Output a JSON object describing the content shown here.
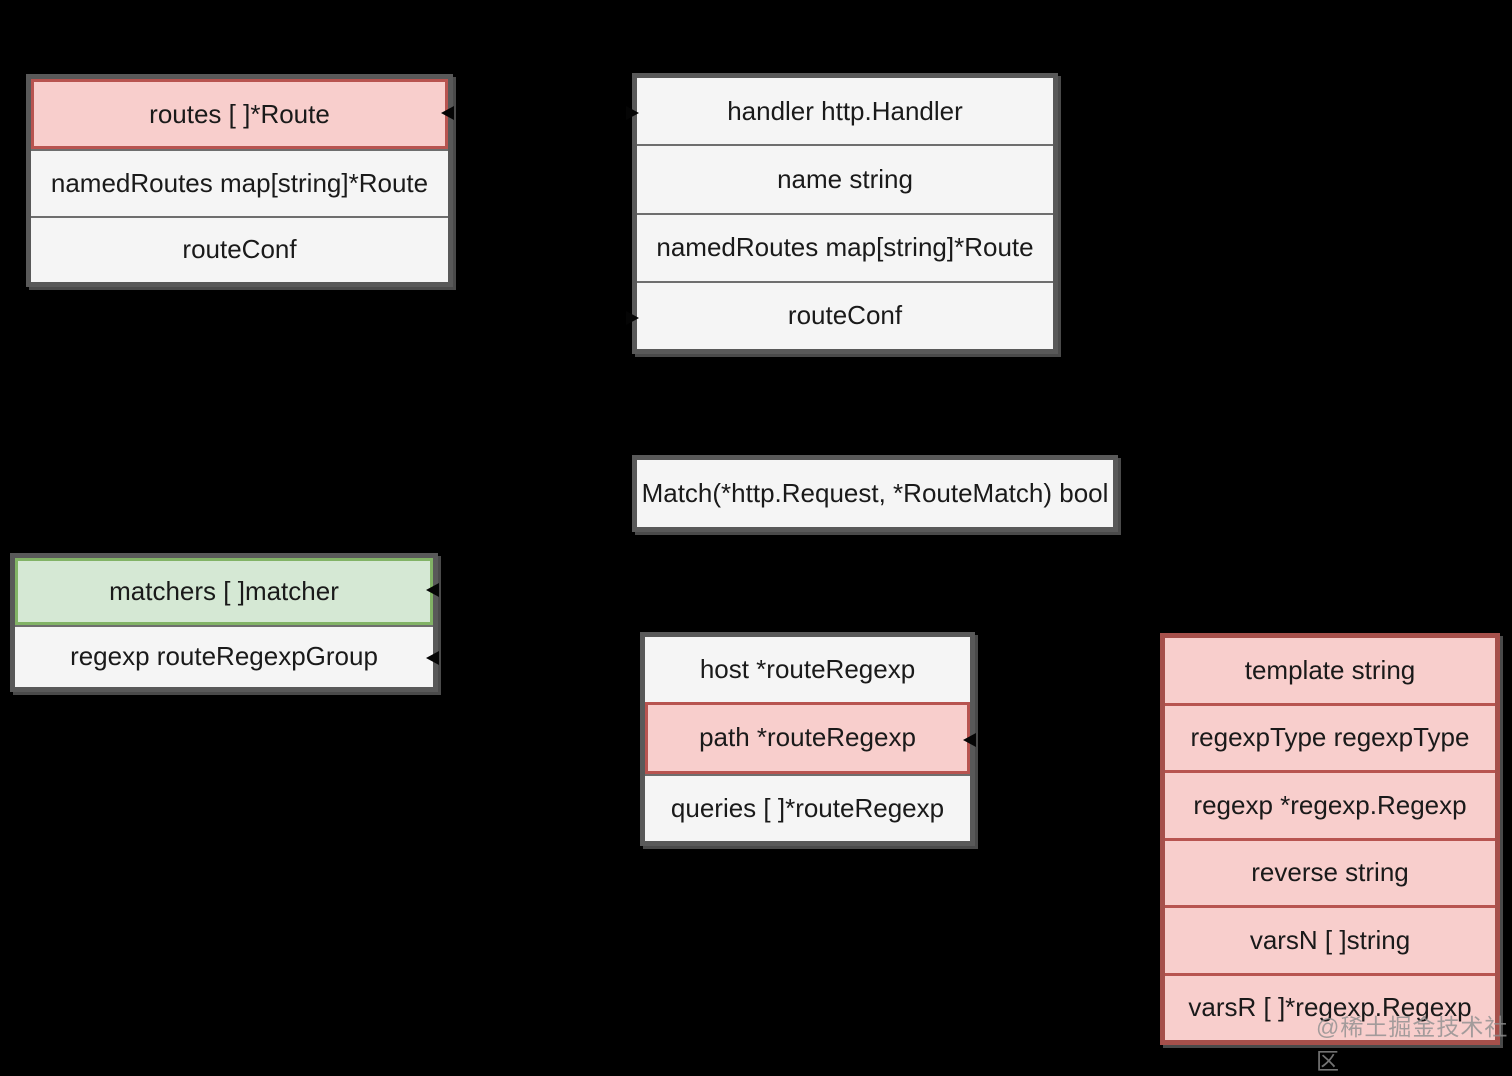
{
  "page": {
    "background": "#000000",
    "description": "gorilla/mux router struct-field diagram"
  },
  "colors": {
    "frame_gray": "#595959",
    "row_fill": "#f5f5f5",
    "row_divider": "#6e6e6e",
    "pink_fill": "#f8cecc",
    "pink_border": "#b85450",
    "green_fill": "#d5e8d4",
    "green_border": "#82b366",
    "text": "#1a1a1a"
  },
  "boxes": {
    "router": {
      "rows": [
        {
          "label": "routes [ ]*Route",
          "variant": "pink"
        },
        {
          "label": "namedRoutes map[string]*Route",
          "variant": "plain"
        },
        {
          "label": "routeConf",
          "variant": "plain"
        }
      ]
    },
    "route": {
      "rows": [
        {
          "label": "handler http.Handler",
          "variant": "plain"
        },
        {
          "label": "name string",
          "variant": "plain"
        },
        {
          "label": "namedRoutes map[string]*Route",
          "variant": "plain"
        },
        {
          "label": "routeConf",
          "variant": "plain"
        }
      ]
    },
    "match": {
      "rows": [
        {
          "label": "Match(*http.Request, *RouteMatch) bool",
          "variant": "plain"
        }
      ]
    },
    "matchers": {
      "rows": [
        {
          "label": "matchers [ ]matcher",
          "variant": "green"
        },
        {
          "label": "regexp routeRegexpGroup",
          "variant": "plain"
        }
      ]
    },
    "regexp_group": {
      "rows": [
        {
          "label": "host *routeRegexp",
          "variant": "plain"
        },
        {
          "label": "path *routeRegexp",
          "variant": "pink"
        },
        {
          "label": "queries [ ]*routeRegexp",
          "variant": "plain"
        }
      ]
    },
    "route_regexp": {
      "rows": [
        {
          "label": "template string",
          "variant": "pink-row"
        },
        {
          "label": "regexpType regexpType",
          "variant": "pink-row"
        },
        {
          "label": "regexp *regexp.Regexp",
          "variant": "pink-row"
        },
        {
          "label": "reverse string",
          "variant": "pink-row"
        },
        {
          "label": "varsN [ ]string",
          "variant": "pink-row"
        },
        {
          "label": "varsR [ ]*regexp.Regexp",
          "variant": "pink-row"
        }
      ]
    }
  },
  "watermark": {
    "text": "@稀土掘金技术社区"
  }
}
